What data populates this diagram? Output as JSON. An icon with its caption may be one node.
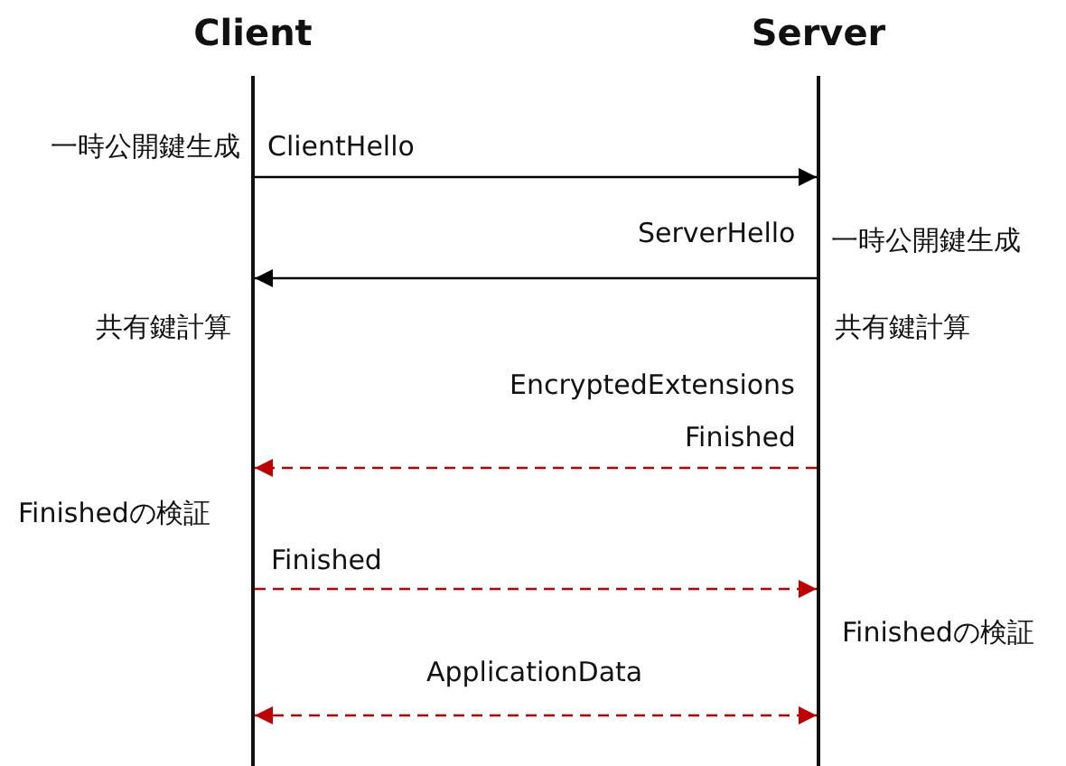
{
  "diagram": {
    "nodes": [
      {
        "text": [
          "Client"
        ]
      },
      {
        "text": [
          "Server"
        ]
      }
    ],
    "edges": [
      {
        "from": 0,
        "to": 1,
        "arrow": "to",
        "label": "ClientHello",
        "color": "#000000"
      },
      {
        "from": 1,
        "to": 0,
        "arrow": "to",
        "label": "ServerHello",
        "color": "#000000"
      },
      {
        "from": 1,
        "to": 0,
        "arrow": "to",
        "label": "Finished",
        "style": "dashed",
        "color": "#c00000"
      },
      {
        "from": 0,
        "to": 1,
        "arrow": "to",
        "label": "Finished",
        "style": "dashed",
        "color": "#c00000"
      },
      {
        "from": 0,
        "to": 1,
        "arrow": "both",
        "label": "ApplicationData",
        "style": "dashed",
        "color": "#c00000"
      }
    ],
    "labels": [
      "一時公開鍵生成",
      "一時公開鍵生成",
      "共有鍵計算",
      "共有鍵計算",
      "EncryptedExtensions",
      "Finishedの検証",
      "Finishedの検証"
    ]
  }
}
